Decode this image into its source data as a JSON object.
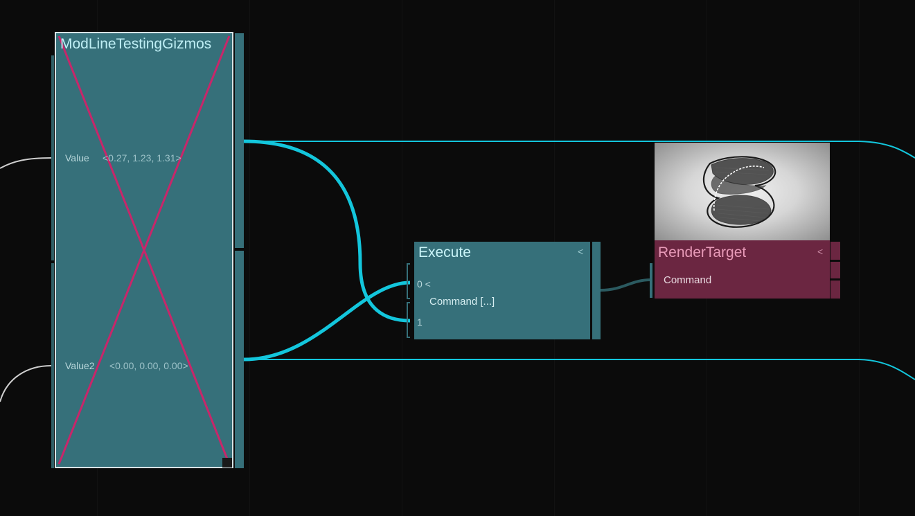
{
  "canvas": {
    "background": "#0b0b0b"
  },
  "gizmo_node": {
    "title": "ModLineTestingGizmos",
    "ports": [
      {
        "label": "Value",
        "value": "<0.27, 1.23, 1.31>"
      },
      {
        "label": "Value2",
        "value": "<0.00, 0.00, 0.00>"
      }
    ],
    "color": "#36707a",
    "bypass_mark_color": "#c8266a"
  },
  "execute_node": {
    "title": "Execute",
    "collapse_icon": "<",
    "inputs": [
      {
        "label": "0 <"
      },
      {
        "label": "1"
      }
    ],
    "command_label": "Command [...]",
    "color": "#36707a"
  },
  "render_target_node": {
    "title": "RenderTarget",
    "collapse_icon": "<",
    "input_label": "Command",
    "color": "#6b2641",
    "title_color": "#e89ab8"
  },
  "wire_color": "#13c6dc"
}
